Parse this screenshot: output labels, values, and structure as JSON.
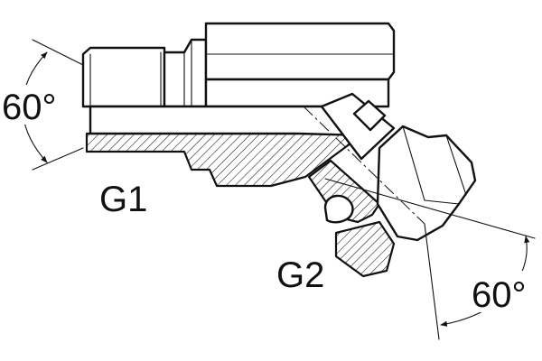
{
  "labels": {
    "angle_left": "60°",
    "angle_right": "60°",
    "thread_1": "G1",
    "thread_2": "G2"
  },
  "colors": {
    "line": "#111111",
    "background": "#ffffff"
  }
}
